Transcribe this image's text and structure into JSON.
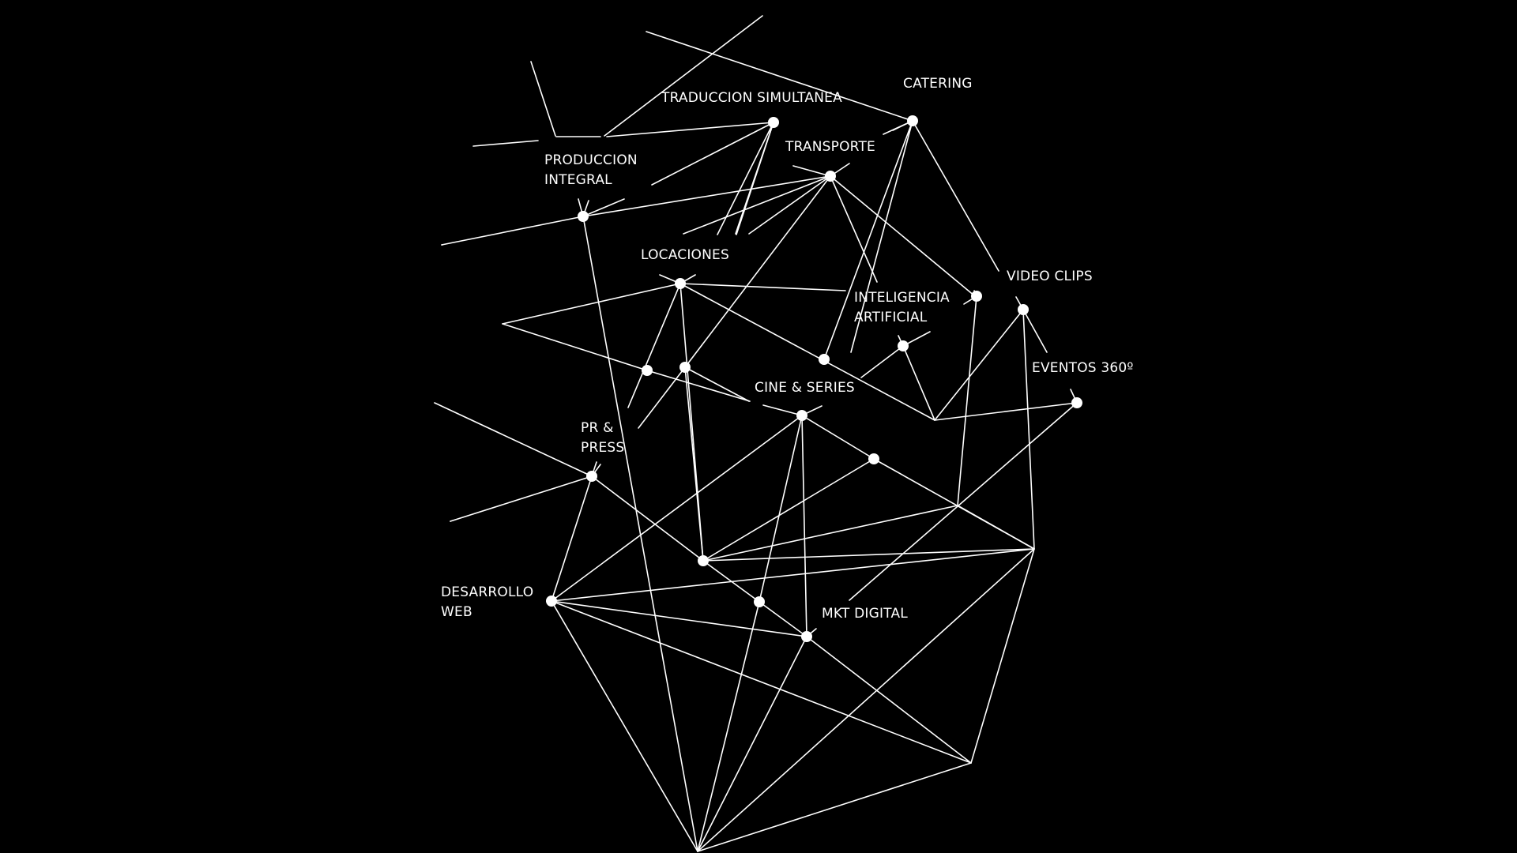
{
  "colors": {
    "background": "#000000",
    "foreground": "#ffffff"
  },
  "services": {
    "traduccion": {
      "line1": "TRADUCCION SIMULTANEA"
    },
    "catering": {
      "line1": "CATERING"
    },
    "transporte": {
      "line1": "TRANSPORTE"
    },
    "produccion": {
      "line1": "PRODUCCION",
      "line2": "INTEGRAL"
    },
    "locaciones": {
      "line1": "LOCACIONES"
    },
    "inteligencia": {
      "line1": "INTELIGENCIA",
      "line2": "ARTIFICIAL"
    },
    "video_clips": {
      "line1": "VIDEO CLIPS"
    },
    "eventos": {
      "line1": "EVENTOS 360º"
    },
    "cine": {
      "line1": "CINE & SERIES"
    },
    "pr_press": {
      "line1": "PR &",
      "line2": "PRESS"
    },
    "desarrollo": {
      "line1": "DESARROLLO",
      "line2": "WEB"
    },
    "mkt": {
      "line1": "MKT DIGITAL"
    }
  }
}
